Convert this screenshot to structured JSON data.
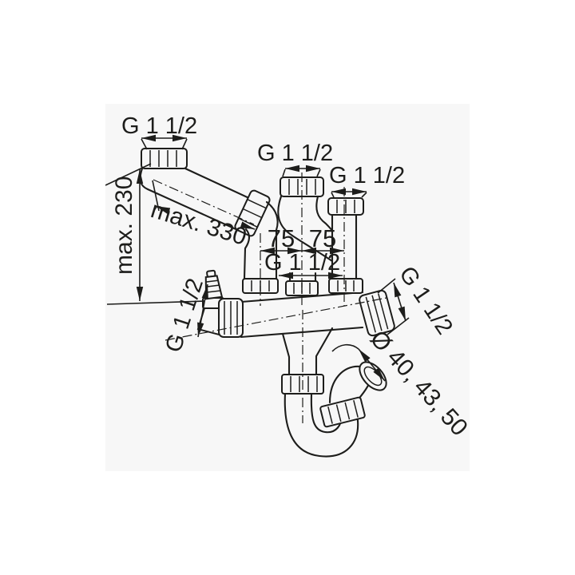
{
  "theme": {
    "page-bg": "#ffffff",
    "canvas-bg": "#f7f7f7",
    "line": "#1d1d1b"
  },
  "diagram": {
    "type": "technical-line-drawing",
    "subject": "double-bowl sink siphon / drain set dimensional diagram",
    "labels": {
      "thread_top_left": "G 1 1/2",
      "thread_top_middle": "G 1 1/2",
      "thread_top_right": "G 1 1/2",
      "thread_manifold_inlets": "G 1 1/2",
      "thread_dishwasher_connection": "G 1 1/2",
      "thread_outlet_union": "G 1 1/2",
      "max_mounting_height": "max. 230",
      "max_inlet_length": "max. 330",
      "inlet_spacing_left": "75",
      "inlet_spacing_right": "75",
      "outlet_pipe_diameters": "Ø 40, 43, 50"
    }
  }
}
